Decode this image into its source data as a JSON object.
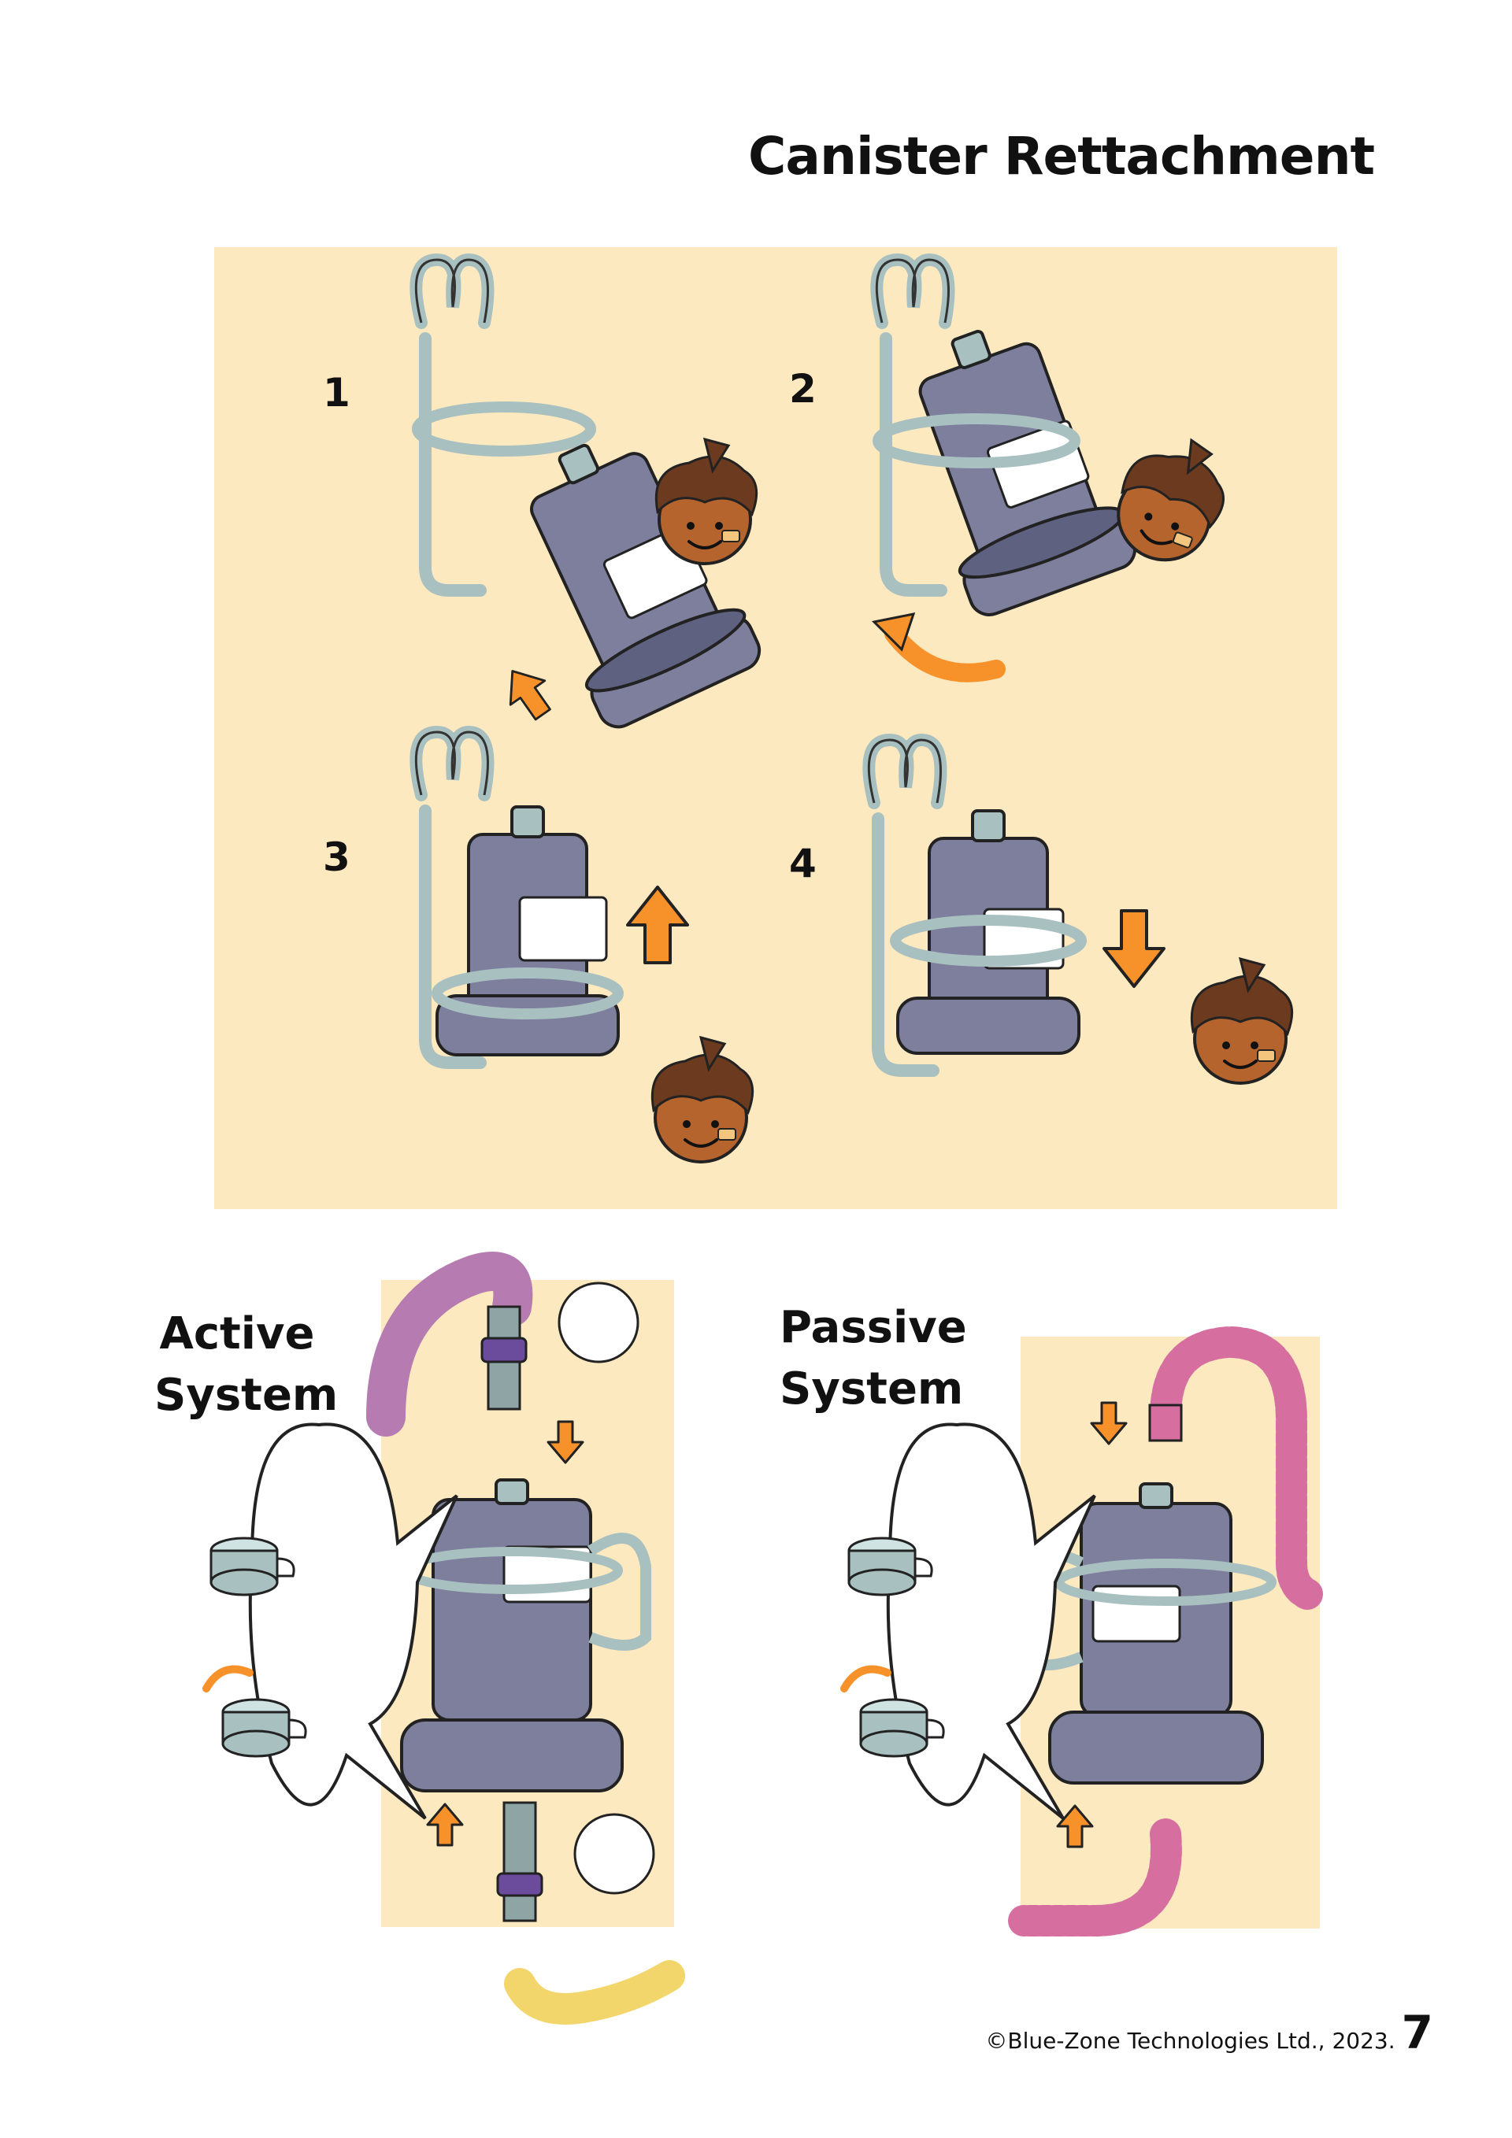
{
  "page": {
    "title": "Canister Rettachment",
    "page_number": "7",
    "copyright": "©Blue-Zone Technologies Ltd., 2023."
  },
  "steps": [
    {
      "number": "1"
    },
    {
      "number": "2"
    },
    {
      "number": "3"
    },
    {
      "number": "4"
    }
  ],
  "systems": {
    "active": {
      "label_line1": "Active",
      "label_line2": "System"
    },
    "passive": {
      "label_line1": "Passive",
      "label_line2": "System"
    }
  },
  "colors": {
    "panel_background": "#fde9bf",
    "canister": "#7d7f9c",
    "canister_dark": "#5f6180",
    "bracket": "#a9c0c0",
    "arrow": "#f7922b",
    "character_skin": "#b5642e",
    "character_hair": "#6b3a1f",
    "hose_active": "#b67bb0",
    "hose_passive": "#d66fa0",
    "hose_yellow": "#f3d66b",
    "connector_purple": "#6a4b9c"
  }
}
